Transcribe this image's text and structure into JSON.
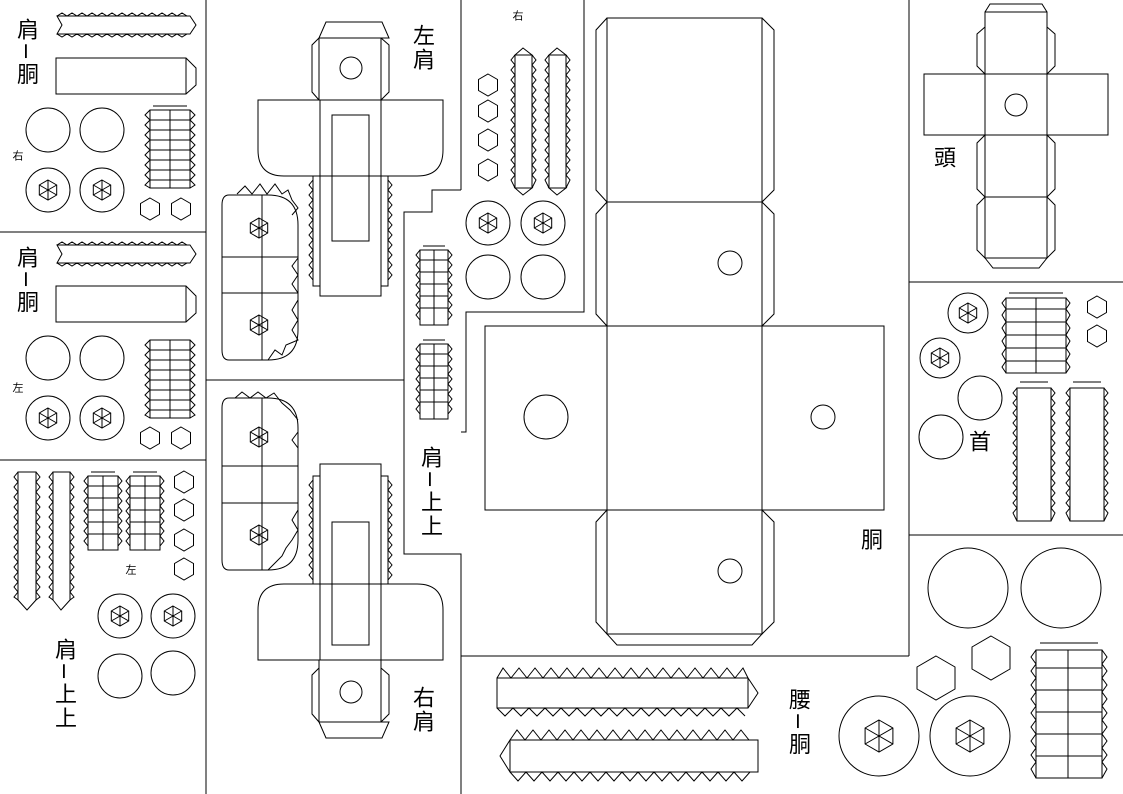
{
  "labels": {
    "shoulder_torso_right": "肩−胴",
    "shoulder_torso_left": "肩−胴",
    "shoulder_upper_left": "肩−上上",
    "shoulder_upper_center": "肩−上上",
    "left_shoulder": "左肩",
    "right_shoulder": "右肩",
    "torso": "胴",
    "head": "頭",
    "neck": "首",
    "waist_torso": "腰−胴",
    "mark_right_1": "右",
    "mark_right_2": "右",
    "mark_left_1": "左",
    "mark_left_2": "左"
  }
}
